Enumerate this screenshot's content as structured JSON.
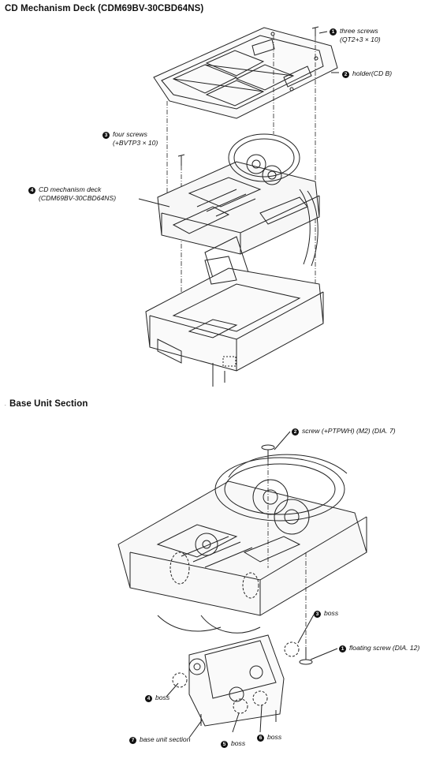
{
  "sections": [
    {
      "title": "CD Mechanism Deck (CDM69BV-30CBD64NS)"
    },
    {
      "title": "Base Unit Section"
    }
  ],
  "callouts_top": [
    {
      "num": "1",
      "line1": "three screws",
      "line2": "(QT2+3 × 10)"
    },
    {
      "num": "2",
      "line1": "holder(CD B)",
      "line2": ""
    },
    {
      "num": "3",
      "line1": "four screws",
      "line2": "(+BVTP3 × 10)"
    },
    {
      "num": "4",
      "line1": "CD mechanism deck",
      "line2": "(CDM69BV-30CBD64NS)"
    }
  ],
  "callouts_bottom": [
    {
      "num": "2",
      "line1": "screw (+PTPWH) (M2) (DIA. 7)"
    },
    {
      "num": "3",
      "line1": "boss"
    },
    {
      "num": "1",
      "line1": "floating screw (DIA. 12)"
    },
    {
      "num": "4",
      "line1": "boss"
    },
    {
      "num": "6",
      "line1": "boss"
    },
    {
      "num": "5",
      "line1": "boss"
    },
    {
      "num": "7",
      "line1": "base unit section"
    }
  ]
}
